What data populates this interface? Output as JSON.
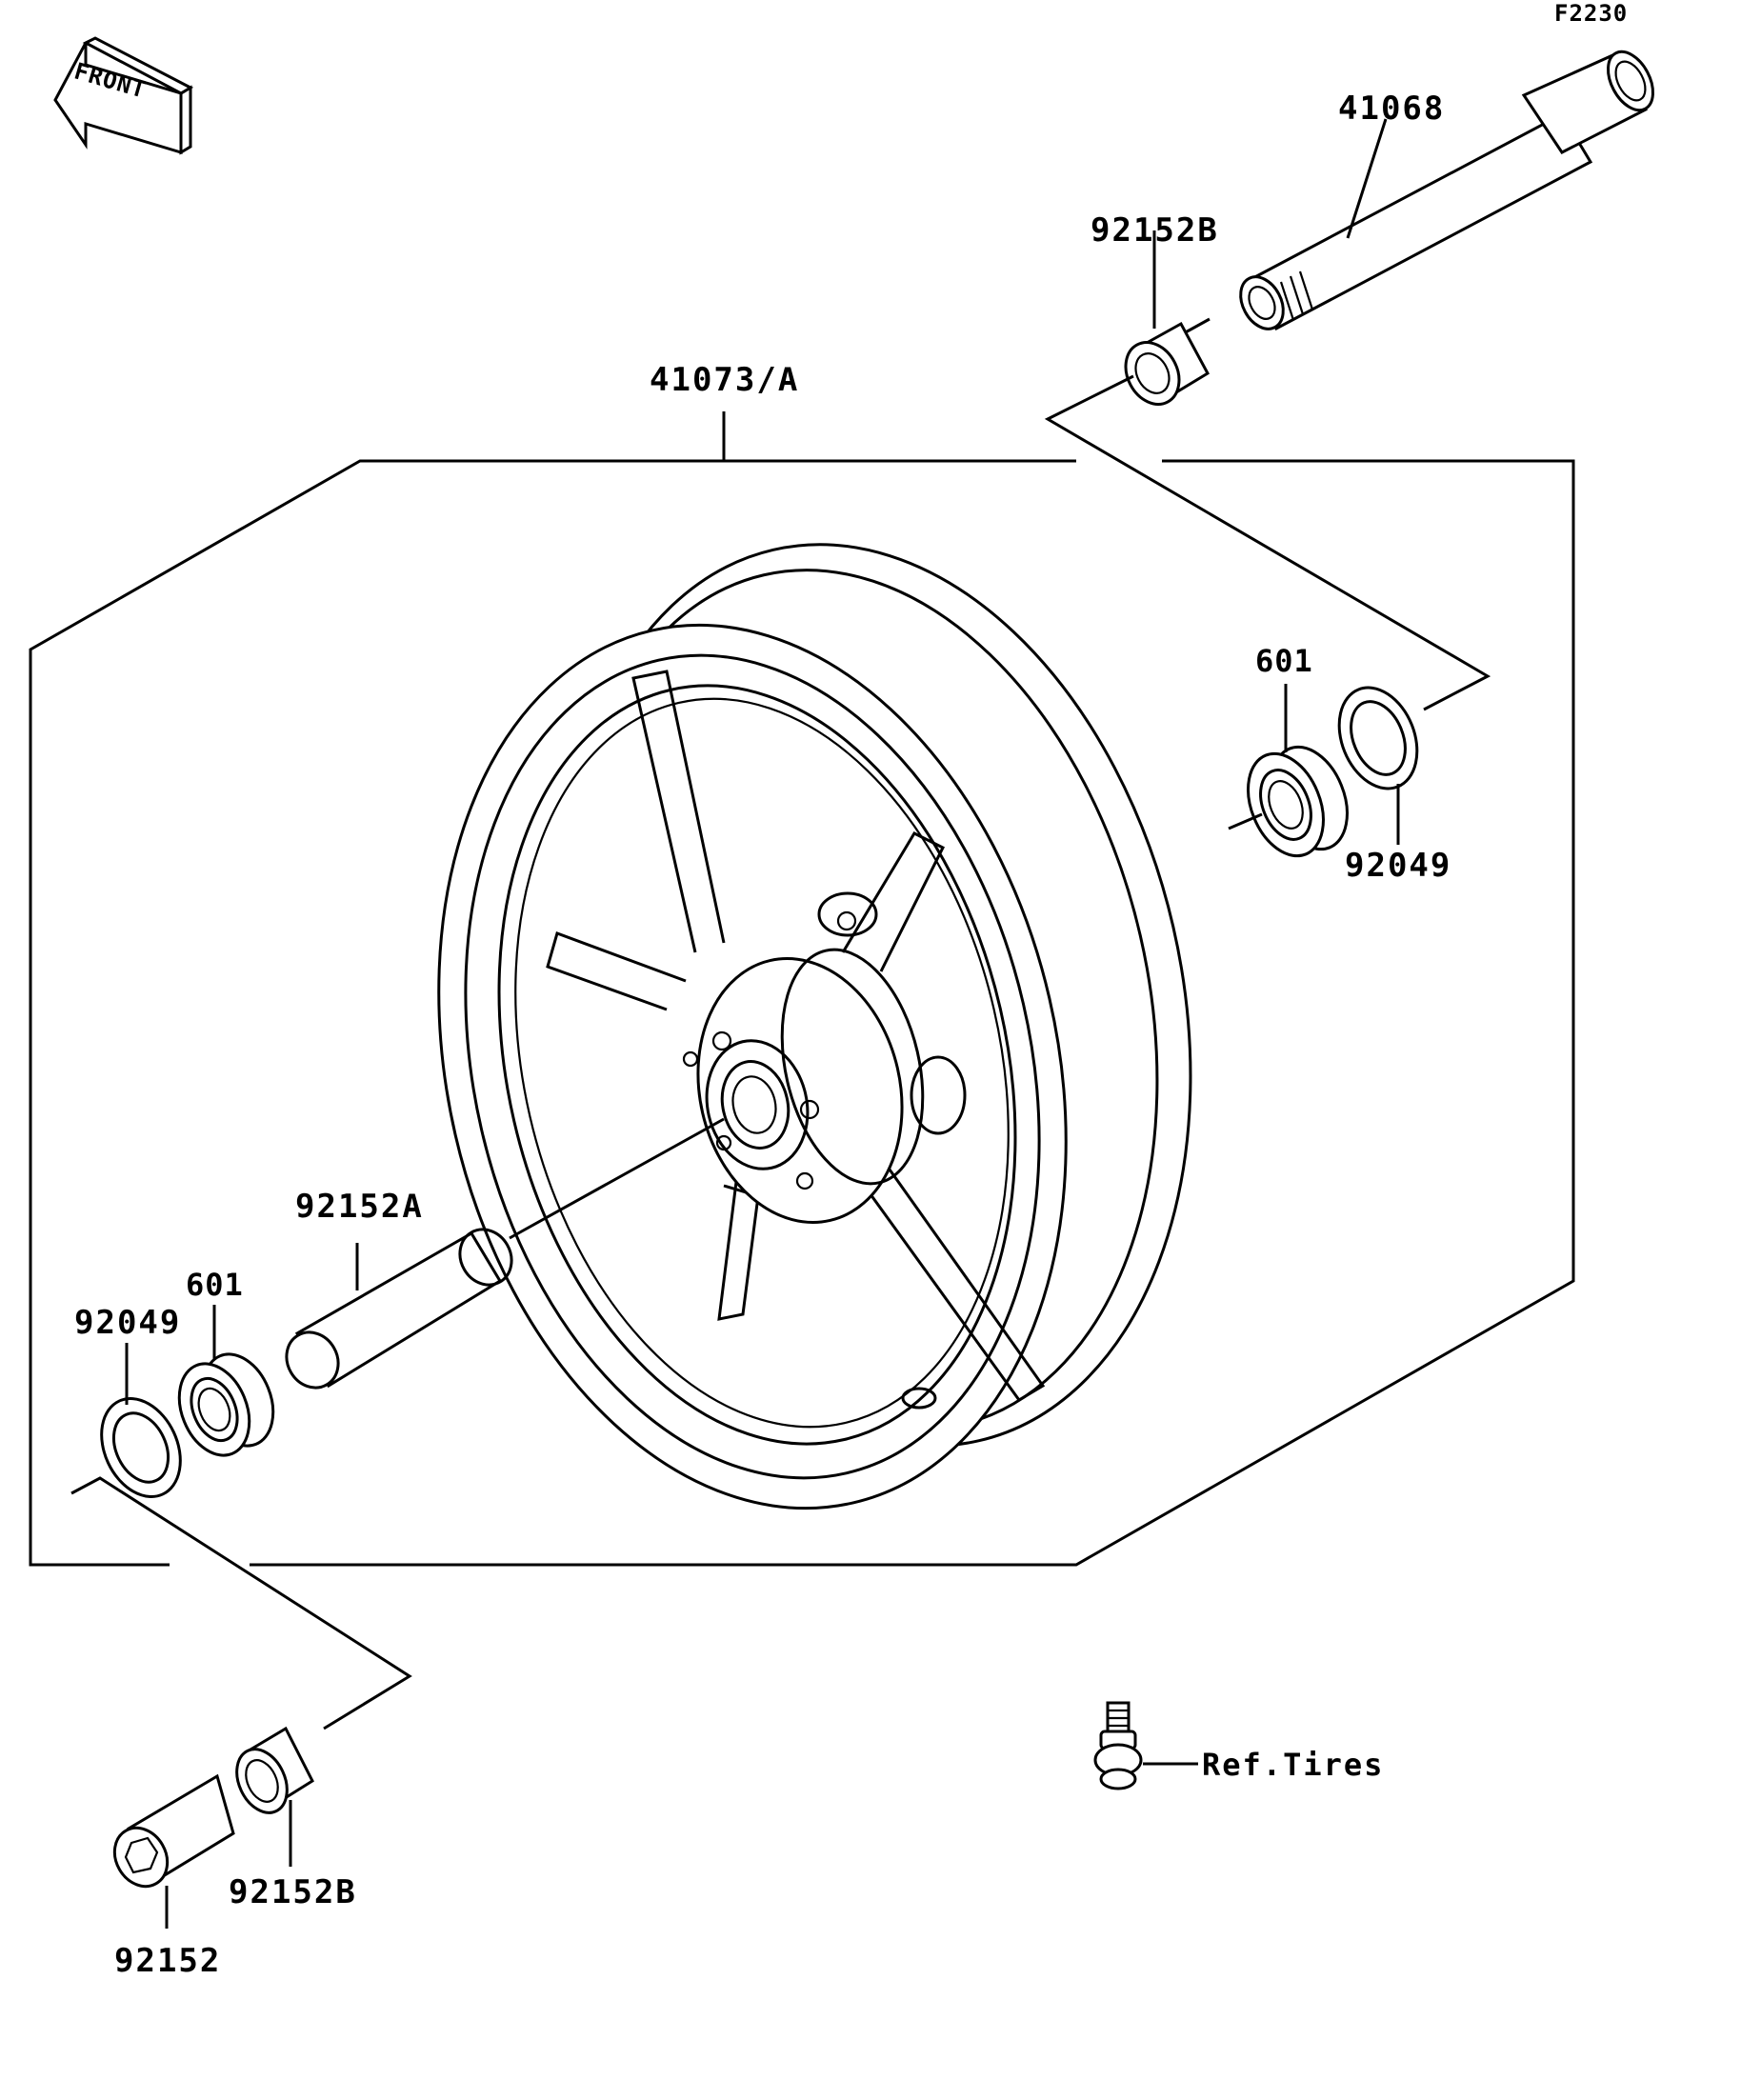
{
  "figure_code": "F2230",
  "front_arrow_label": "FRONT",
  "parts": {
    "axle": "41068",
    "collar_top": "92152B",
    "wheel": "41073/A",
    "bearing_right": "601",
    "seal_right": "92049",
    "spacer": "92152A",
    "bearing_left": "601",
    "seal_left": "92049",
    "collar_bottom": "92152B",
    "axle_nut": "92152",
    "valve_ref": "Ref.Tires"
  }
}
